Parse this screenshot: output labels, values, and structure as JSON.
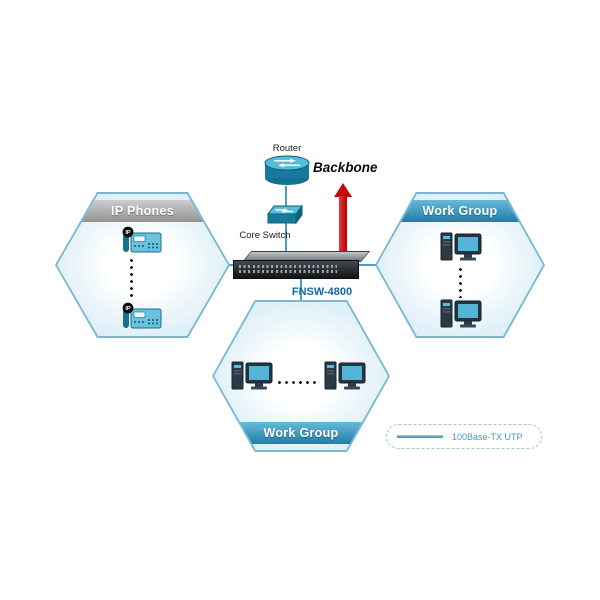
{
  "diagram": {
    "labels": {
      "router": "Router",
      "backbone": "Backbone",
      "core_switch": "Core Switch",
      "switch_model": "FNSW-4800"
    },
    "groups": {
      "left": {
        "label": "IP Phones"
      },
      "right": {
        "label": "Work Group"
      },
      "bottom": {
        "label": "Work Group"
      }
    },
    "ip_badge_label": "IP",
    "legend": {
      "label": "100Base-TX UTP"
    },
    "icons": {
      "router": "router-icon",
      "core_switch": "core-switch-icon",
      "rack_switch": "rack-switch-icon",
      "ip_phone": "ip-phone-icon",
      "computer": "computer-icon",
      "backbone_arrow": "up-arrow-icon",
      "legend_line": "utp-line-icon"
    },
    "colors": {
      "accent_teal": "#2a8fb5",
      "hex_border": "#79b7d3",
      "gray_band": "#a8a8a8",
      "blue_band": "#2a8fb5",
      "red_arrow": "#c90808",
      "model_text": "#1565a8",
      "legend_text": "#3f9dc2",
      "connector": "#4aa0c4"
    }
  }
}
